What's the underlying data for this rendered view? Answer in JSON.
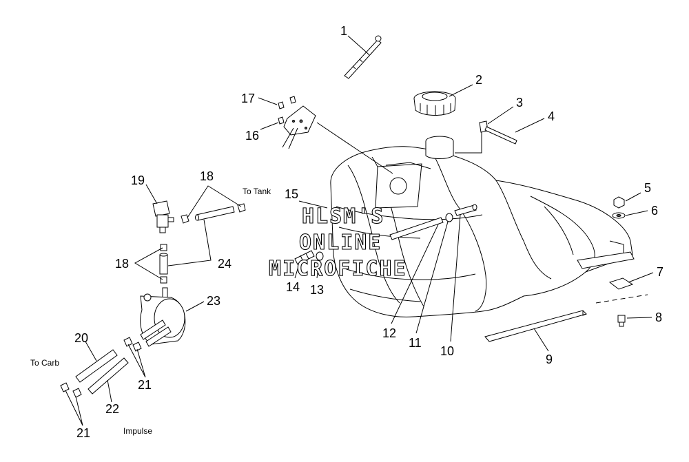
{
  "callouts": {
    "c1": "1",
    "c2": "2",
    "c3": "3",
    "c4": "4",
    "c5": "5",
    "c6": "6",
    "c7": "7",
    "c8": "8",
    "c9": "9",
    "c10": "10",
    "c11": "11",
    "c12": "12",
    "c13": "13",
    "c14": "14",
    "c15": "15",
    "c16": "16",
    "c17": "17",
    "c18a": "18",
    "c18b": "18",
    "c19": "19",
    "c20": "20",
    "c21a": "21",
    "c21b": "21",
    "c22": "22",
    "c23": "23",
    "c24": "24"
  },
  "notes": {
    "to_tank": "To Tank",
    "to_carb": "To Carb",
    "impulse": "Impulse"
  },
  "watermark": {
    "line1": "HLSM'S",
    "line2": "ONLINE",
    "line3": "MICROFICHE"
  }
}
